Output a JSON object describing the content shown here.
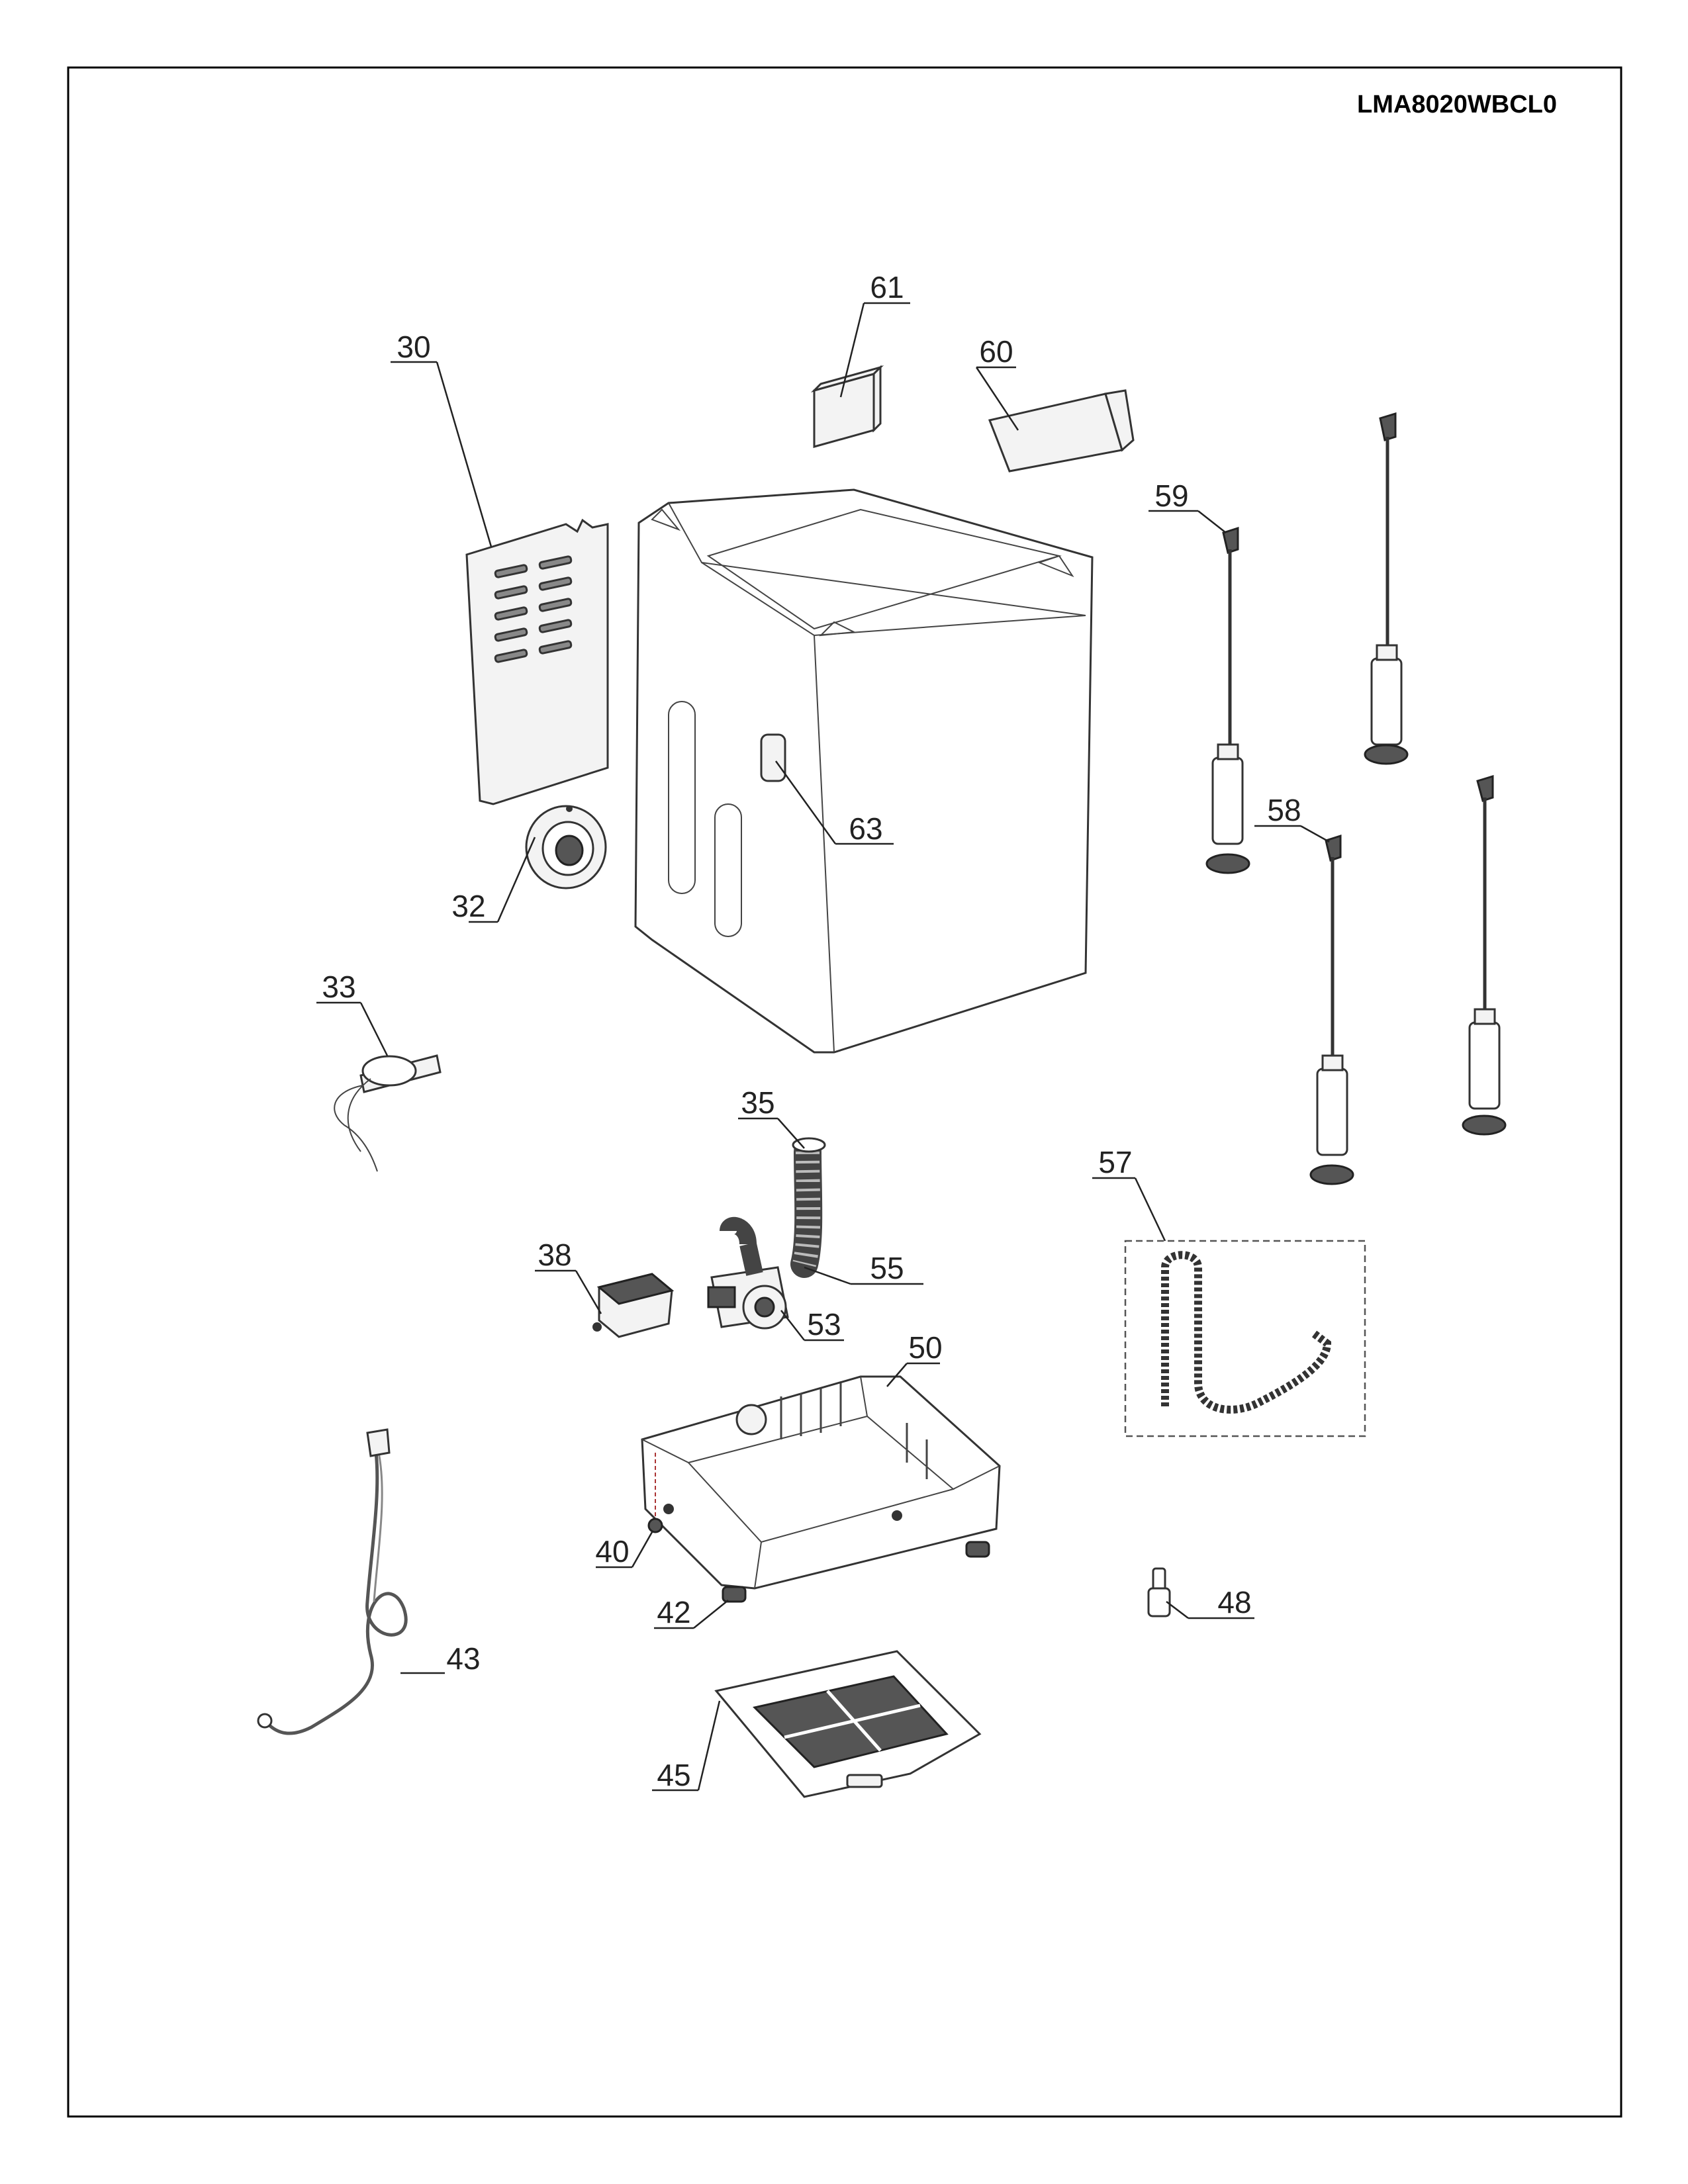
{
  "model_code": "LMA8020WBCL0",
  "callouts": {
    "p30": "30",
    "p32": "32",
    "p33": "33",
    "p35": "35",
    "p38": "38",
    "p40": "40",
    "p42": "42",
    "p43": "43",
    "p45": "45",
    "p48": "48",
    "p50": "50",
    "p53": "53",
    "p55": "55",
    "p57": "57",
    "p58": "58",
    "p59": "59",
    "p60": "60",
    "p61": "61",
    "p63": "63"
  }
}
